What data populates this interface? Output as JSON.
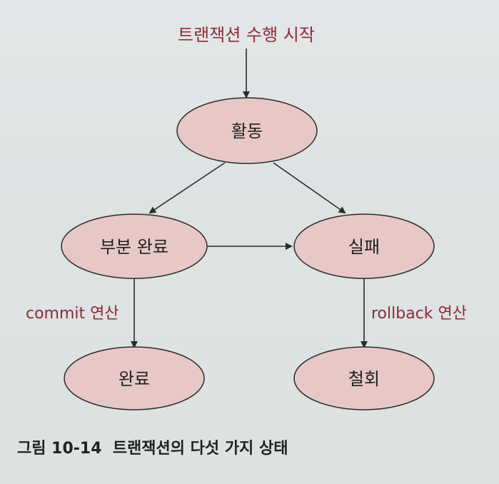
{
  "diagram": {
    "start_label": "트랜잭션 수행 시작",
    "states": {
      "active": "활동",
      "partially_committed": "부분 완료",
      "failed": "실패",
      "committed": "완료",
      "aborted": "철회"
    },
    "edge_labels": {
      "commit": "commit 연산",
      "rollback": "rollback 연산"
    },
    "caption": "그림 10-14  트랜잭션의 다섯 가지 상태"
  },
  "colors": {
    "state_fill": "#e7c8c6",
    "label_red": "#8f2a36",
    "line": "#2b2b2b"
  }
}
